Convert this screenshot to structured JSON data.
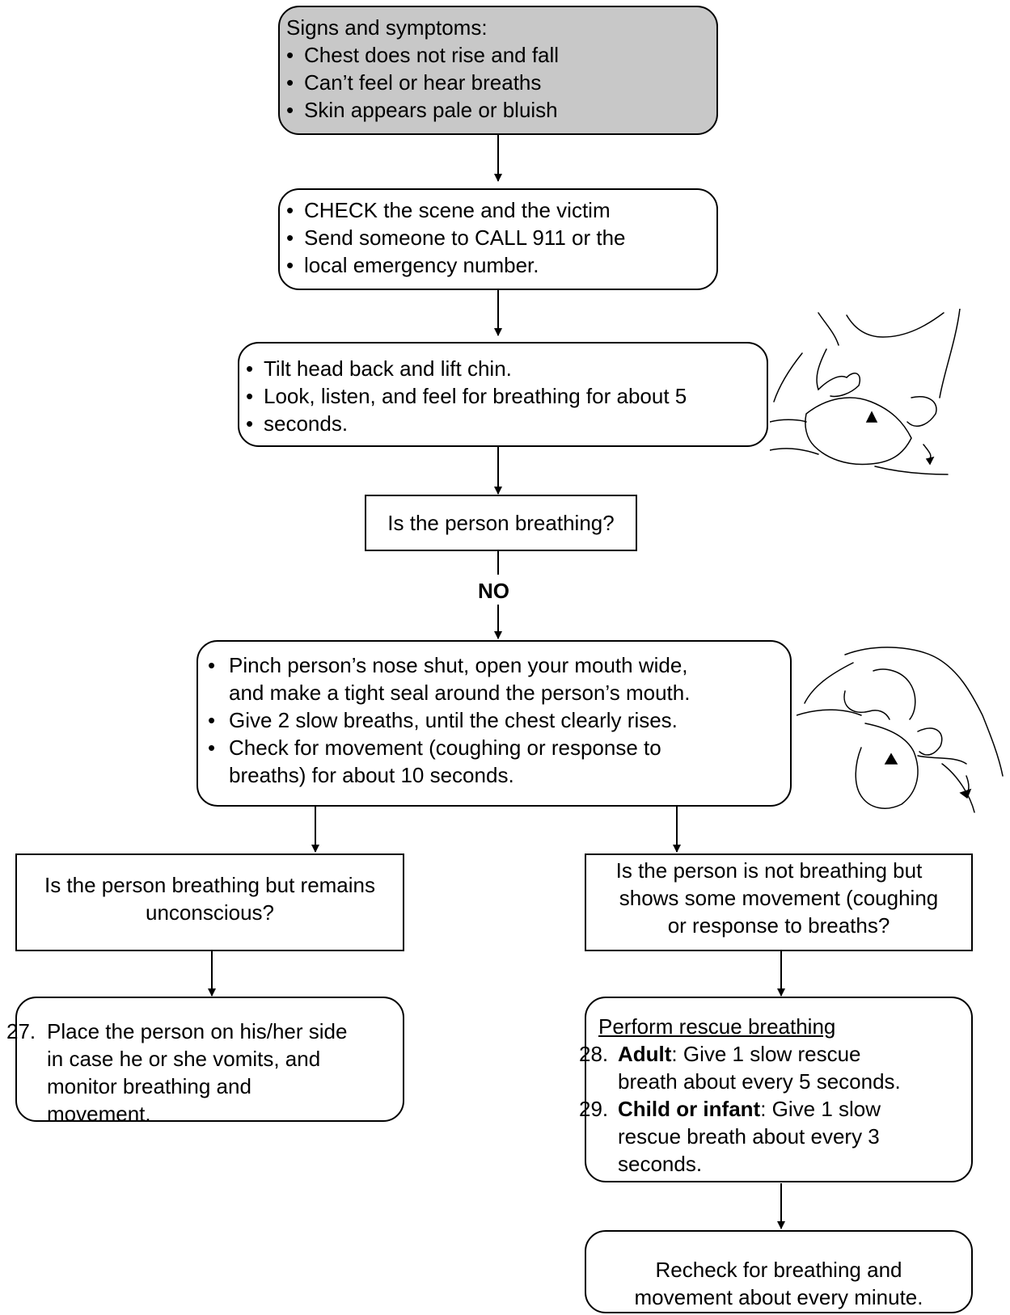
{
  "signs": {
    "heading": "Signs and symptoms:",
    "items": [
      "Chest does not rise and fall",
      "Can’t feel or hear breaths",
      "Skin appears pale or bluish"
    ]
  },
  "check": {
    "items": [
      "CHECK the scene and the victim",
      "Send someone to CALL 911 or the",
      "local emergency number."
    ]
  },
  "tilt": {
    "items": [
      "Tilt head back and lift chin.",
      "Look, listen, and feel for breathing for about 5",
      "seconds."
    ]
  },
  "decision1": "Is the person breathing?",
  "no_label": "NO",
  "pinch": {
    "lines": [
      "Pinch person’s nose shut, open your mouth wide,",
      "and make a tight seal around the person’s mouth.",
      "Give 2 slow breaths, until the chest clearly rises.",
      "Check for movement (coughing or response to",
      "breaths) for about 10 seconds."
    ]
  },
  "left_question": {
    "line1": "Is the person breathing but remains",
    "line2": "unconscious?"
  },
  "right_question": {
    "line1": "Is the person is not breathing but",
    "line2": "shows some movement (coughing",
    "line3": "or response to breaths?"
  },
  "left_action": {
    "number": "27.",
    "lines": [
      "Place the person on his/her side",
      "in case he or she vomits, and",
      "monitor breathing and",
      "movement."
    ]
  },
  "rescue": {
    "heading": "Perform rescue breathing",
    "item28": {
      "number": "28.",
      "bold": "Adult",
      "text1": ":  Give 1 slow rescue",
      "text2": "breath about every 5 seconds."
    },
    "item29": {
      "number": "29.",
      "bold": "Child or infant",
      "text1": ":  Give 1 slow",
      "text2": "rescue breath about every 3",
      "text3": "seconds."
    }
  },
  "recheck": {
    "line1": "Recheck for breathing and",
    "line2": "movement about every minute."
  }
}
